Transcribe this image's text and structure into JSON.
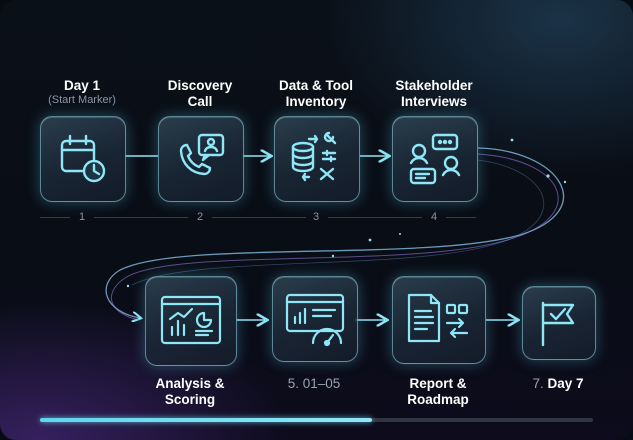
{
  "steps": [
    {
      "title": "Day 1",
      "subtitle": "(Start Marker)",
      "number": "1",
      "icon": "calendar-clock-icon"
    },
    {
      "title_line1": "Discovery",
      "title_line2": "Call",
      "number": "2",
      "icon": "phone-chat-icon"
    },
    {
      "title_line1": "Data & Tool",
      "title_line2": "Inventory",
      "number": "3",
      "icon": "database-tools-icon"
    },
    {
      "title_line1": "Stakeholder",
      "title_line2": "Interviews",
      "number": "4",
      "icon": "people-chat-icon"
    },
    {
      "title_line1": "Analysis &",
      "title_line2": "Scoring",
      "icon": "charts-dashboard-icon"
    },
    {
      "label": "5. 01–05",
      "icon": "chart-gauge-icon"
    },
    {
      "title_line1": "Report &",
      "title_line2": "Roadmap",
      "icon": "document-swap-icon"
    },
    {
      "label_prefix": "7.",
      "label_main": "Day 7",
      "icon": "flag-check-icon"
    }
  ],
  "progress": {
    "fraction": 0.6
  },
  "colors": {
    "accent": "#6fd8ee",
    "card_border": "#96dcea",
    "icon": "#8fe6f6"
  }
}
